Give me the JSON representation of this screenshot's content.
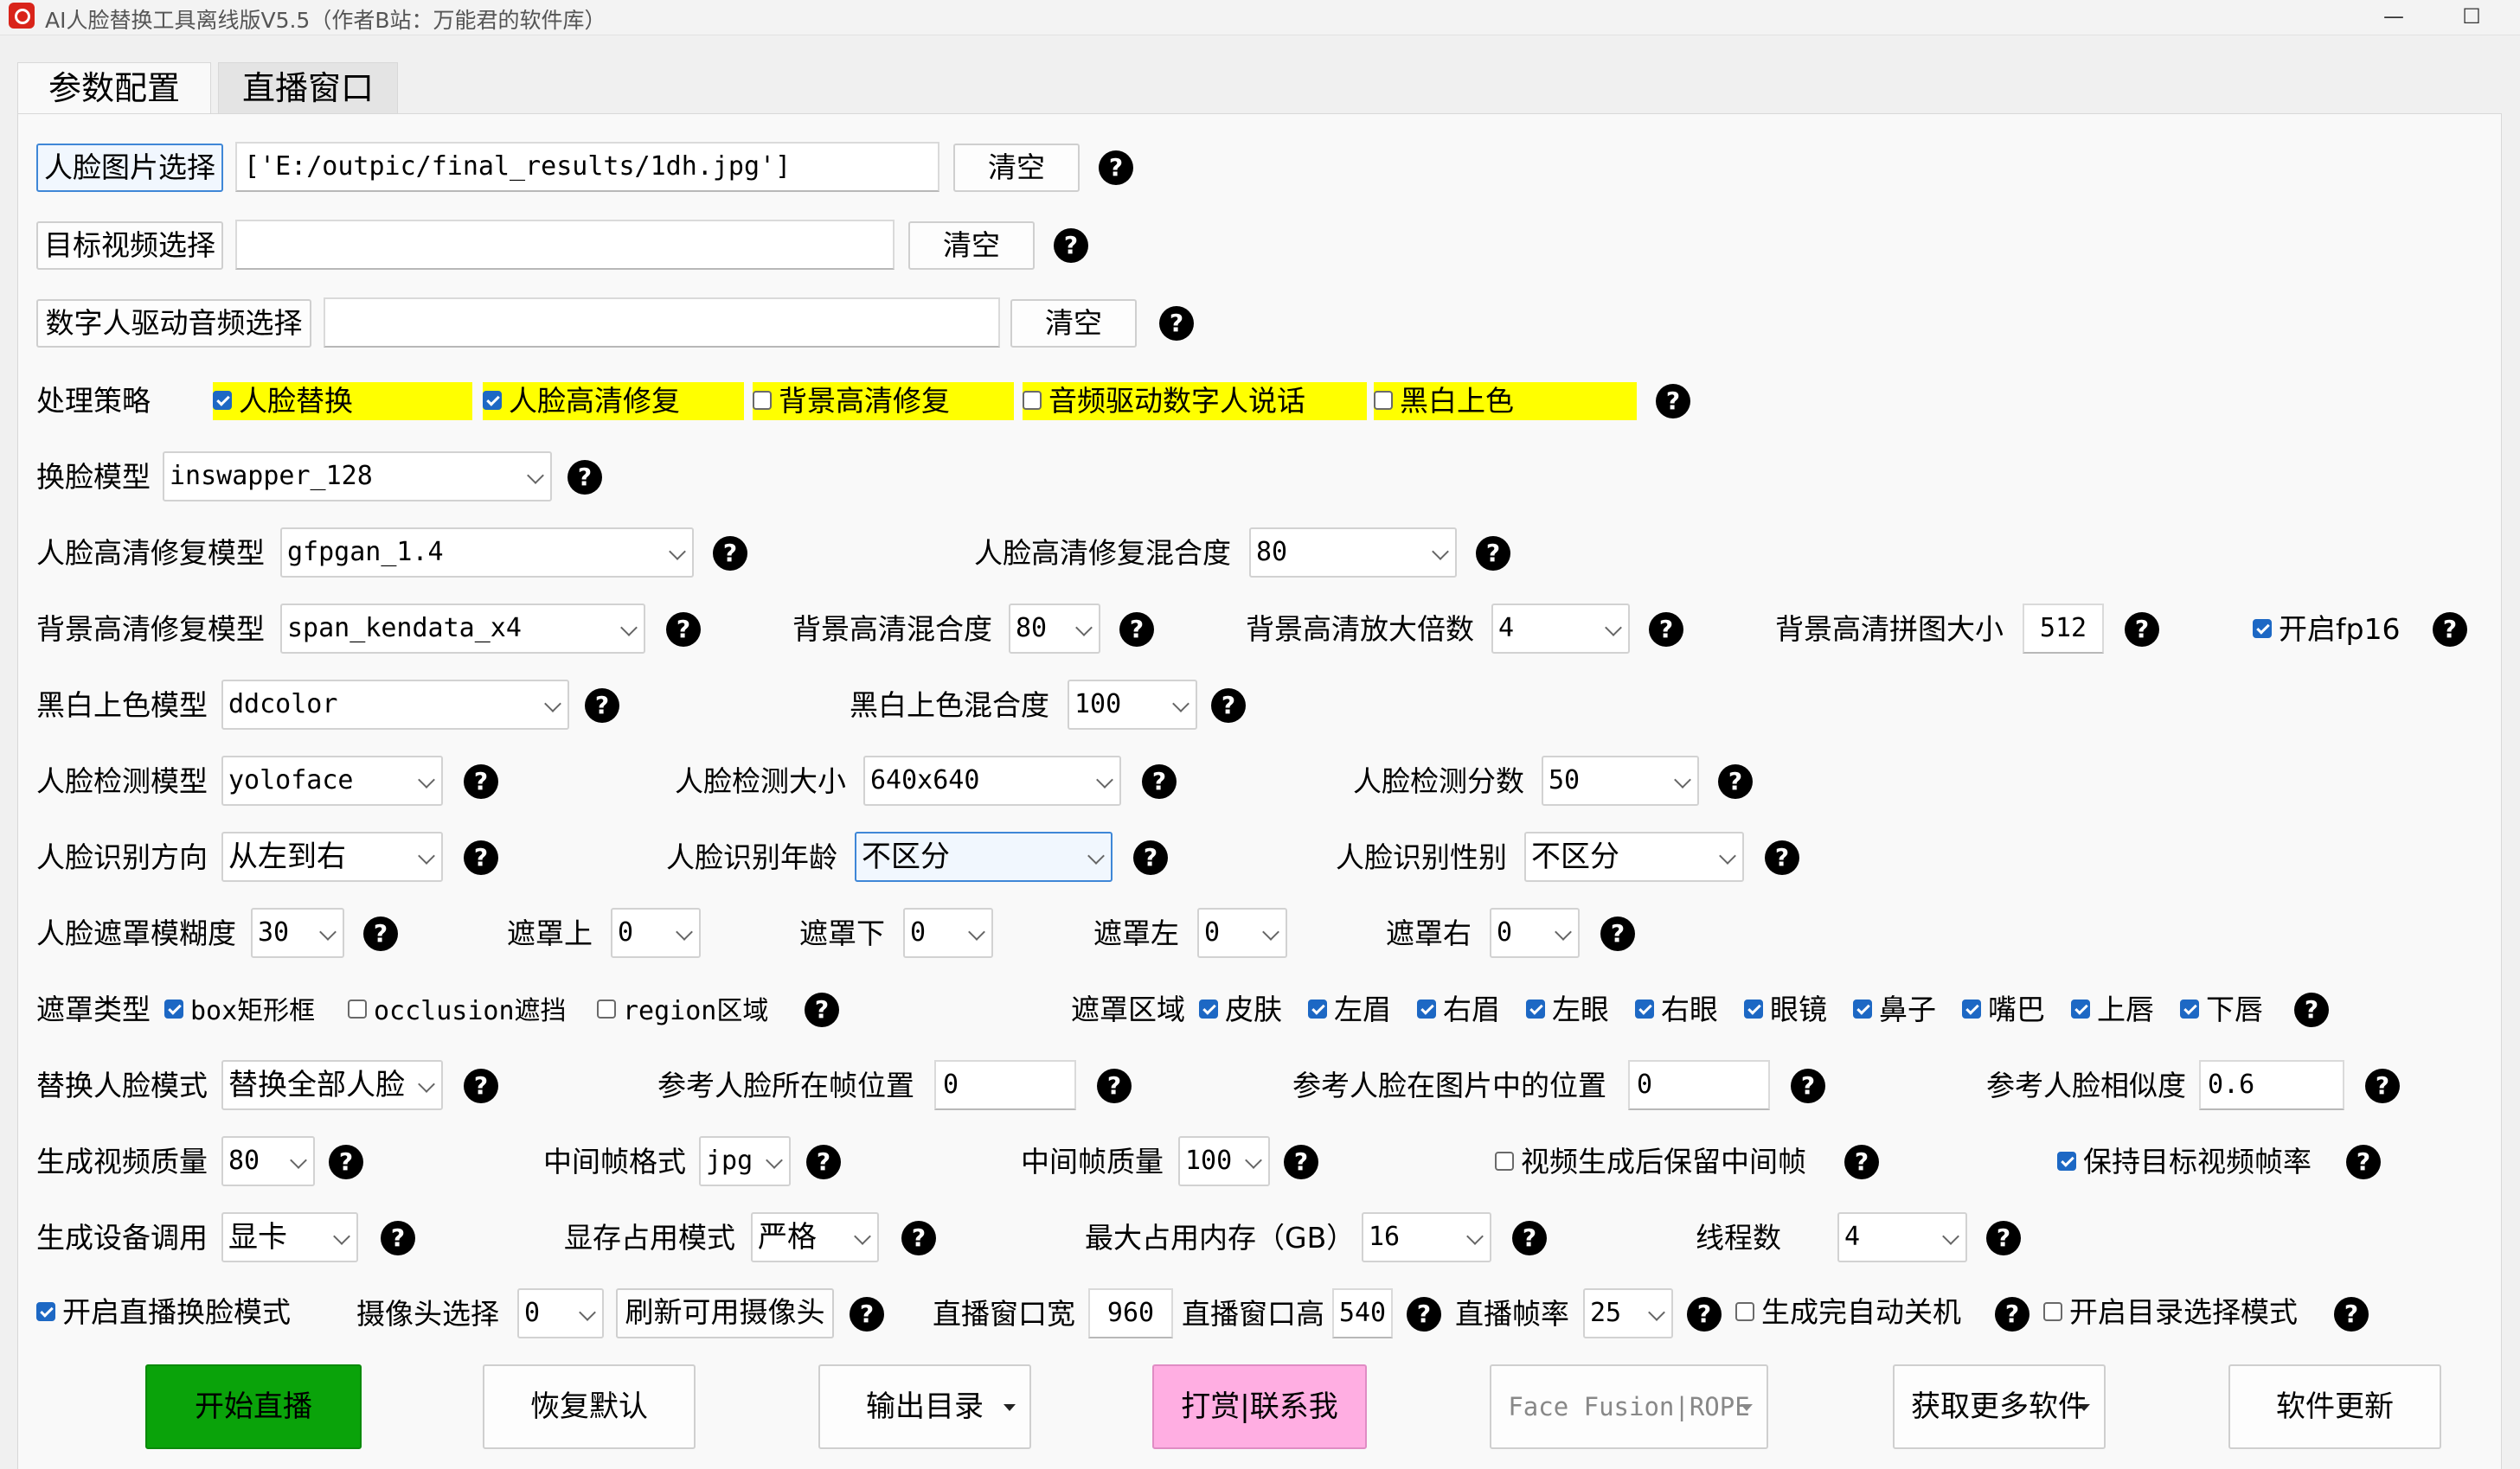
{
  "window": {
    "title": "AI人脸替换工具离线版V5.5（作者B站：万能君的软件库）",
    "minimize": "—",
    "maximize": "☐"
  },
  "tabs": [
    "参数配置",
    "直播窗口"
  ],
  "face_image": {
    "button": "人脸图片选择",
    "value": "['E:/outpic/final_results/1dh.jpg']",
    "clear": "清空"
  },
  "target_video": {
    "button": "目标视频选择",
    "value": "",
    "clear": "清空"
  },
  "audio": {
    "button": "数字人驱动音频选择",
    "value": "",
    "clear": "清空"
  },
  "strategy": {
    "label": "处理策略",
    "options": [
      {
        "label": "人脸替换",
        "checked": true
      },
      {
        "label": "人脸高清修复",
        "checked": true
      },
      {
        "label": "背景高清修复",
        "checked": false
      },
      {
        "label": "音频驱动数字人说话",
        "checked": false
      },
      {
        "label": "黑白上色",
        "checked": false
      }
    ]
  },
  "swap_model": {
    "label": "换脸模型",
    "value": "inswapper_128"
  },
  "face_enhance_model": {
    "label": "人脸高清修复模型",
    "value": "gfpgan_1.4"
  },
  "face_enhance_blend": {
    "label": "人脸高清修复混合度",
    "value": "80"
  },
  "bg_model": {
    "label": "背景高清修复模型",
    "value": "span_kendata_x4"
  },
  "bg_blend": {
    "label": "背景高清混合度",
    "value": "80"
  },
  "bg_scale": {
    "label": "背景高清放大倍数",
    "value": "4"
  },
  "bg_tile": {
    "label": "背景高清拼图大小",
    "value": "512"
  },
  "fp16": {
    "label": "开启fp16",
    "checked": true
  },
  "colorize_model": {
    "label": "黑白上色模型",
    "value": "ddcolor"
  },
  "colorize_blend": {
    "label": "黑白上色混合度",
    "value": "100"
  },
  "detect_model": {
    "label": "人脸检测模型",
    "value": "yoloface"
  },
  "detect_size": {
    "label": "人脸检测大小",
    "value": "640x640"
  },
  "detect_score": {
    "label": "人脸检测分数",
    "value": "50"
  },
  "recog_dir": {
    "label": "人脸识别方向",
    "value": "从左到右"
  },
  "recog_age": {
    "label": "人脸识别年龄",
    "value": "不区分"
  },
  "recog_gender": {
    "label": "人脸识别性别",
    "value": "不区分"
  },
  "mask_blur": {
    "label": "人脸遮罩模糊度",
    "value": "30"
  },
  "mask_top": {
    "label": "遮罩上",
    "value": "0"
  },
  "mask_bottom": {
    "label": "遮罩下",
    "value": "0"
  },
  "mask_left": {
    "label": "遮罩左",
    "value": "0"
  },
  "mask_right": {
    "label": "遮罩右",
    "value": "0"
  },
  "mask_type": {
    "label": "遮罩类型",
    "options": [
      {
        "label": "box矩形框",
        "checked": true
      },
      {
        "label": "occlusion遮挡",
        "checked": false
      },
      {
        "label": "region区域",
        "checked": false
      }
    ]
  },
  "mask_region": {
    "label": "遮罩区域",
    "options": [
      {
        "label": "皮肤",
        "checked": true
      },
      {
        "label": "左眉",
        "checked": true
      },
      {
        "label": "右眉",
        "checked": true
      },
      {
        "label": "左眼",
        "checked": true
      },
      {
        "label": "右眼",
        "checked": true
      },
      {
        "label": "眼镜",
        "checked": true
      },
      {
        "label": "鼻子",
        "checked": true
      },
      {
        "label": "嘴巴",
        "checked": true
      },
      {
        "label": "上唇",
        "checked": true
      },
      {
        "label": "下唇",
        "checked": true
      }
    ]
  },
  "replace_mode": {
    "label": "替换人脸模式",
    "value": "替换全部人脸"
  },
  "ref_frame": {
    "label": "参考人脸所在帧位置",
    "value": "0"
  },
  "ref_pos": {
    "label": "参考人脸在图片中的位置",
    "value": "0"
  },
  "ref_sim": {
    "label": "参考人脸相似度",
    "value": "0.6"
  },
  "video_quality": {
    "label": "生成视频质量",
    "value": "80"
  },
  "frame_format": {
    "label": "中间帧格式",
    "value": "jpg"
  },
  "frame_quality": {
    "label": "中间帧质量",
    "value": "100"
  },
  "keep_frames": {
    "label": "视频生成后保留中间帧",
    "checked": false
  },
  "keep_fps": {
    "label": "保持目标视频帧率",
    "checked": true
  },
  "device": {
    "label": "生成设备调用",
    "value": "显卡"
  },
  "vram_mode": {
    "label": "显存占用模式",
    "value": "严格"
  },
  "max_mem": {
    "label": "最大占用内存（GB）",
    "value": "16"
  },
  "threads": {
    "label": "线程数",
    "value": "4"
  },
  "live_mode": {
    "label": "开启直播换脸模式",
    "checked": true
  },
  "camera": {
    "label": "摄像头选择",
    "value": "0",
    "refresh": "刷新可用摄像头"
  },
  "live_width": {
    "label": "直播窗口宽",
    "value": "960"
  },
  "live_height": {
    "label": "直播窗口高",
    "value": "540"
  },
  "live_fps": {
    "label": "直播帧率",
    "value": "25"
  },
  "auto_shutdown": {
    "label": "生成完自动关机",
    "checked": false
  },
  "dir_mode": {
    "label": "开启目录选择模式",
    "checked": false
  },
  "help_glyph": "?",
  "actions": {
    "start_live": "开始直播",
    "restore": "恢复默认",
    "output_dir": "输出目录",
    "donate": "打赏|联系我",
    "engine": "Face Fusion|ROPE",
    "more": "获取更多软件",
    "update": "软件更新"
  },
  "colors": {
    "highlight": "#ffff00",
    "start": "#0aa30a",
    "donate": "#ffaee2",
    "checkbox": "#1d68c4"
  }
}
